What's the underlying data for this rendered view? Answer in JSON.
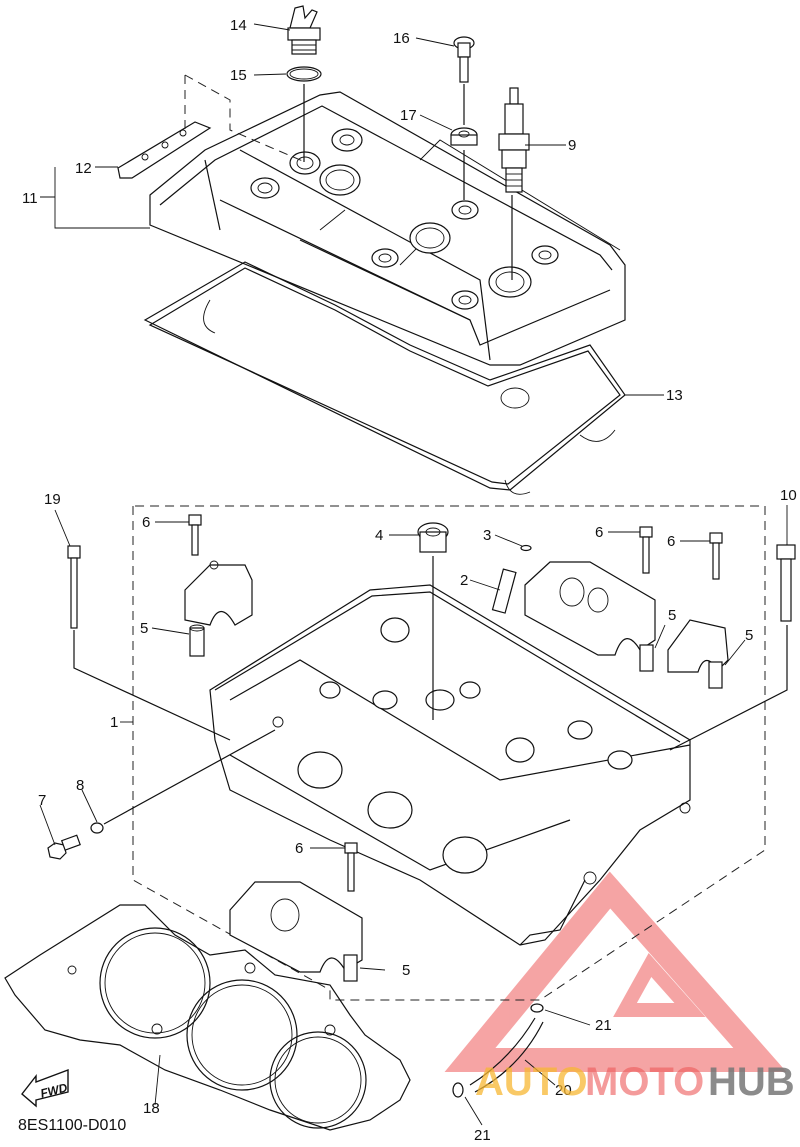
{
  "diagram": {
    "title": "Cylinder head exploded parts diagram",
    "drawing_code": "8ES1100-D010",
    "fwd_arrow_label": "FWD",
    "callouts": [
      {
        "id": "14",
        "part": "oil filler cap"
      },
      {
        "id": "15",
        "part": "o-ring"
      },
      {
        "id": "16",
        "part": "bolt"
      },
      {
        "id": "17",
        "part": "grommet"
      },
      {
        "id": "9",
        "part": "spark plug"
      },
      {
        "id": "12",
        "part": "plate"
      },
      {
        "id": "11",
        "part": "cylinder head cover assy"
      },
      {
        "id": "13",
        "part": "cover gasket"
      },
      {
        "id": "19",
        "part": "long bolt"
      },
      {
        "id": "10",
        "part": "bolt"
      },
      {
        "id": "6",
        "part": "bolt"
      },
      {
        "id": "4",
        "part": "plug"
      },
      {
        "id": "3",
        "part": "clip"
      },
      {
        "id": "2",
        "part": "guide"
      },
      {
        "id": "5",
        "part": "dowel pin"
      },
      {
        "id": "1",
        "part": "cylinder head"
      },
      {
        "id": "8",
        "part": "washer"
      },
      {
        "id": "7",
        "part": "bolt"
      },
      {
        "id": "18",
        "part": "cylinder head gasket"
      },
      {
        "id": "21",
        "part": "clip"
      },
      {
        "id": "20",
        "part": "hose"
      }
    ]
  },
  "labels": {
    "l14": "14",
    "l15": "15",
    "l16": "16",
    "l17": "17",
    "l9": "9",
    "l12": "12",
    "l11": "11",
    "l13": "13",
    "l19": "19",
    "l10": "10",
    "l6a": "6",
    "l6b": "6",
    "l6c": "6",
    "l6d": "6",
    "l4": "4",
    "l3": "3",
    "l2": "2",
    "l5a": "5",
    "l5b": "5",
    "l5c": "5",
    "l5d": "5",
    "l1": "1",
    "l8": "8",
    "l7": "7",
    "l18": "18",
    "l21a": "21",
    "l21b": "21",
    "l20": "20"
  },
  "watermark": {
    "part1": "AUTO",
    "part2": "MOTO",
    "part3": "HUB",
    "colors": {
      "auto": "#f7b733",
      "moto": "#ee5a5a",
      "hub": "#777777",
      "triangle": "#ee5a5a"
    }
  }
}
